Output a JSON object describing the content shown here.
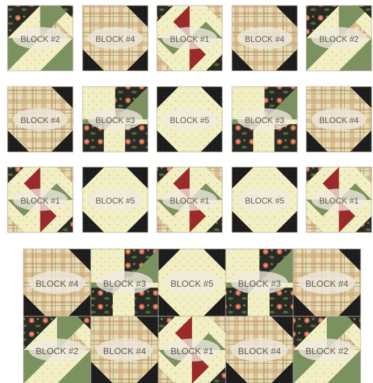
{
  "colors": {
    "page_bg": "#ffffff",
    "plaid_base": "#e9dcb4",
    "plaid_stripe": "#c9a77a",
    "plaid_stripe2": "#b98b63",
    "plaid_thread": "#7f8f5e",
    "cream": "#f3efc4",
    "cream_dot": "#c9c88c",
    "green": "#7b9160",
    "green_dark": "#4f6b3c",
    "red": "#9b2b2a",
    "black": "#1c1c1c",
    "floral_dark": "#2a2a24",
    "rose": "#c8654b",
    "rose_light": "#e79a7b",
    "label_oval": "#efe9df",
    "label_text": "#5e5a55"
  },
  "patterns": {
    "plaid": "plaid-fabric",
    "cream": "cream-print-fabric",
    "floral": "black-floral-fabric",
    "black": "black-solid-fabric"
  },
  "labels": {
    "block_1": "BLOCK #1",
    "block_2": "BLOCK #2",
    "block_3": "BLOCK #3",
    "block_4": "BLOCK #4",
    "block_5": "BLOCK #5"
  },
  "grid_rows": [
    [
      "block_2",
      "block_4",
      "block_1",
      "block_4",
      "block_2"
    ],
    [
      "block_4",
      "block_3",
      "block_5",
      "block_3",
      "block_4"
    ],
    [
      "block_1",
      "block_5",
      "block_1",
      "block_5",
      "block_1"
    ]
  ],
  "assembled_layout": {
    "row_1": [
      "block_4",
      "block_3",
      "block_5",
      "block_3",
      "block_4"
    ],
    "row_2": [
      "block_2",
      "block_4",
      "block_1",
      "block_4",
      "block_2"
    ]
  }
}
